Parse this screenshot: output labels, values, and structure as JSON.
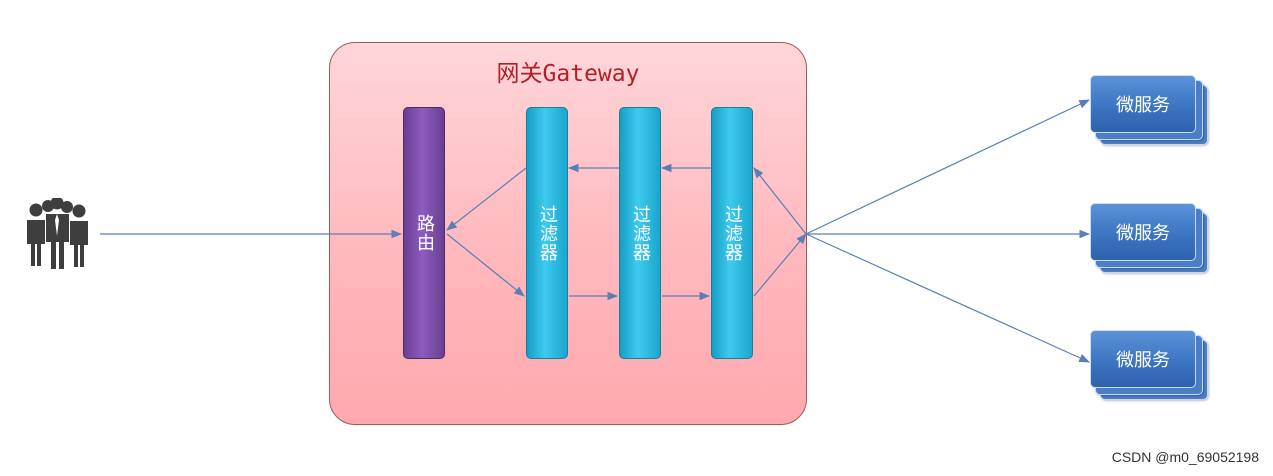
{
  "gateway": {
    "title": "网关Gateway"
  },
  "router": {
    "label": "路由"
  },
  "filters": [
    {
      "label": "过滤器"
    },
    {
      "label": "过滤器"
    },
    {
      "label": "过滤器"
    }
  ],
  "services": [
    {
      "label": "微服务"
    },
    {
      "label": "微服务"
    },
    {
      "label": "微服务"
    }
  ],
  "users": {
    "icon": "users-icon"
  },
  "watermark": "CSDN @m0_69052198",
  "colors": {
    "gateway_fill": "#ffb8bd",
    "gateway_title": "#b0202a",
    "router": "#7b4aa8",
    "filter": "#2bb8e0",
    "service": "#3a72c0",
    "arrow": "#5b7fb5"
  }
}
